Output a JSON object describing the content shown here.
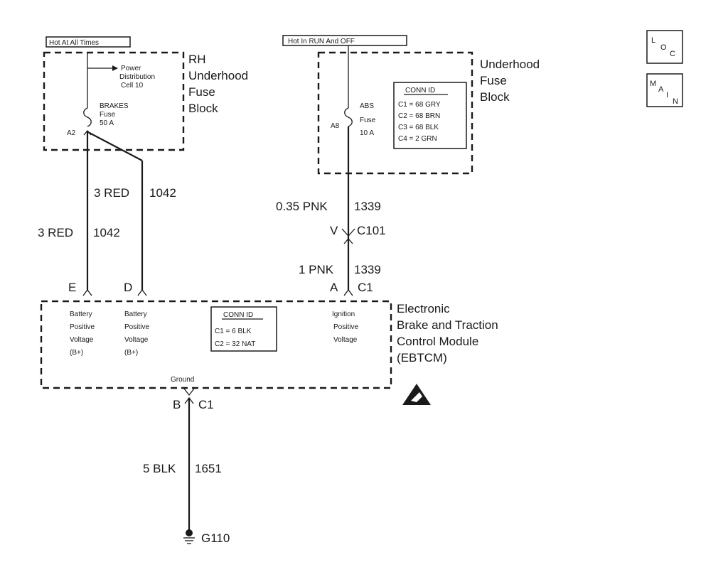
{
  "nav": {
    "loc": {
      "l": "L",
      "o": "O",
      "c": "C"
    },
    "main": {
      "m": "M",
      "a": "A",
      "i": "I",
      "n": "N"
    }
  },
  "left_feed": {
    "hot_label": "Hot At All Times",
    "block_name": [
      "RH",
      "Underhood",
      "Fuse",
      "Block"
    ],
    "pdc": [
      "Power",
      "Distribution",
      "Cell 10"
    ],
    "fuse": [
      "BRAKES",
      "Fuse",
      "50 A"
    ],
    "cavity": "A2"
  },
  "right_feed": {
    "hot_label": "Hot In RUN And OFF",
    "block_name": [
      "Underhood",
      "Fuse",
      "Block"
    ],
    "fuse": [
      "ABS",
      "Fuse",
      "10 A"
    ],
    "cavity": "A8",
    "conn_title": "CONN ID",
    "conn_rows": [
      "C1 = 68 GRY",
      "C2 = 68 BRN",
      "C3 = 68 BLK",
      "C4 = 2 GRN"
    ]
  },
  "wires": {
    "w1042_inner_size": "3 RED",
    "w1042_inner_circuit": "1042",
    "w1042_outer_size": "3 RED",
    "w1042_outer_circuit": "1042",
    "w1339_top_size": "0.35 PNK",
    "w1339_top_circuit": "1339",
    "c101_pin": "V",
    "c101_name": "C101",
    "w1339_bot_size": "1 PNK",
    "w1339_bot_circuit": "1339",
    "pin_e": "E",
    "pin_d": "D",
    "pin_a": "A",
    "pin_a_conn": "C1",
    "pin_b": "B",
    "pin_b_conn": "C1",
    "ground_size": "5 BLK",
    "ground_circuit": "1651",
    "ground_point": "G110"
  },
  "module": {
    "name": [
      "Electronic",
      "Brake and Traction",
      "Control Module",
      "(EBTCM)"
    ],
    "e_label": [
      "Battery",
      "Positive",
      "Voltage",
      "(B+)"
    ],
    "d_label": [
      "Battery",
      "Positive",
      "Voltage",
      "(B+)"
    ],
    "a_label": [
      "Ignition",
      "Positive",
      "Voltage"
    ],
    "ground_label": "Ground",
    "conn_title": "CONN ID",
    "conn_rows": [
      "C1 = 6 BLK",
      "C2 = 32 NAT"
    ],
    "esd_icon": "esd-warning-icon"
  }
}
